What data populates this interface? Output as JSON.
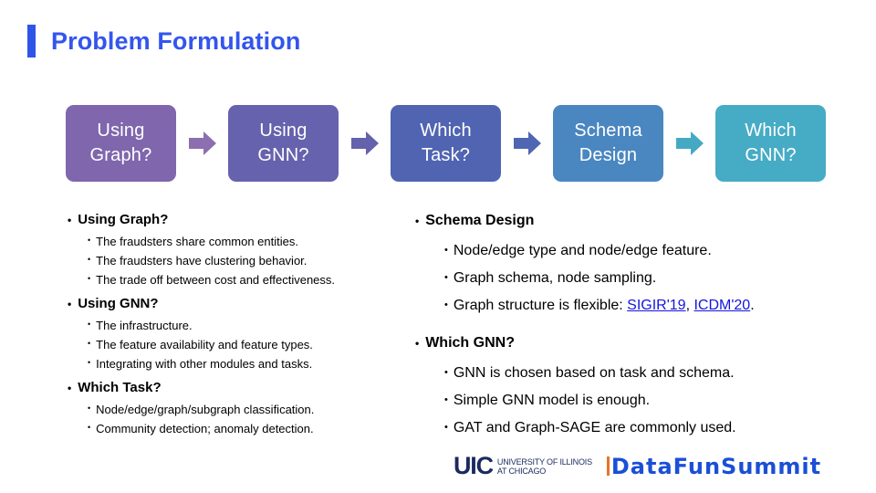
{
  "slide": {
    "title": "Problem Formulation",
    "accent_color": "#2f55e8",
    "title_color": "#3355ee",
    "background_color": "#ffffff"
  },
  "flow": {
    "boxes": [
      {
        "line1": "Using",
        "line2": "Graph?",
        "color": "#7f66ad"
      },
      {
        "line1": "Using",
        "line2": "GNN?",
        "color": "#6662ad"
      },
      {
        "line1": "Which",
        "line2": "Task?",
        "color": "#5064b2"
      },
      {
        "line1": "Schema",
        "line2": "Design",
        "color": "#4a86c0"
      },
      {
        "line1": "Which",
        "line2": "GNN?",
        "color": "#46abc4"
      }
    ],
    "arrows": [
      {
        "color": "#8b6fae"
      },
      {
        "color": "#6461ad"
      },
      {
        "color": "#4f66b2"
      },
      {
        "color": "#45a9c3"
      }
    ]
  },
  "left_column": {
    "groups": [
      {
        "heading": "Using Graph?",
        "items": [
          "The fraudsters share common entities.",
          "The fraudsters have clustering behavior.",
          "The trade off between cost and effectiveness."
        ]
      },
      {
        "heading": "Using GNN?",
        "items": [
          "The infrastructure.",
          "The feature availability and feature types.",
          "Integrating with other modules and tasks."
        ]
      },
      {
        "heading": "Which Task?",
        "items": [
          "Node/edge/graph/subgraph classification.",
          "Community detection; anomaly detection."
        ]
      }
    ]
  },
  "right_column": {
    "groups": [
      {
        "heading": "Schema Design",
        "items": [
          {
            "text": "Node/edge type and node/edge feature."
          },
          {
            "text": "Graph schema, node sampling."
          },
          {
            "prefix": "Graph structure is flexible: ",
            "links": [
              {
                "label": "SIGIR'19",
                "color": "#1414dd"
              },
              {
                "label": "ICDM'20",
                "color": "#1414dd"
              }
            ],
            "separator": ", ",
            "suffix": "."
          }
        ]
      },
      {
        "heading": "Which GNN?",
        "items": [
          {
            "text": "GNN is chosen based on task and schema."
          },
          {
            "text": "Simple GNN model is enough."
          },
          {
            "text": "GAT and Graph-SAGE are commonly used."
          }
        ]
      }
    ]
  },
  "footer": {
    "uic": {
      "mark": "UIC",
      "line1": "UNIVERSITY OF ILLINOIS",
      "line2": "AT CHICAGO",
      "color": "#1b2a5e"
    },
    "datafun": {
      "text": "DataFunSummit",
      "color": "#1a4fd6",
      "tick_color": "#e8732a"
    }
  },
  "bullets": {
    "level1": "•",
    "level2": "•"
  }
}
